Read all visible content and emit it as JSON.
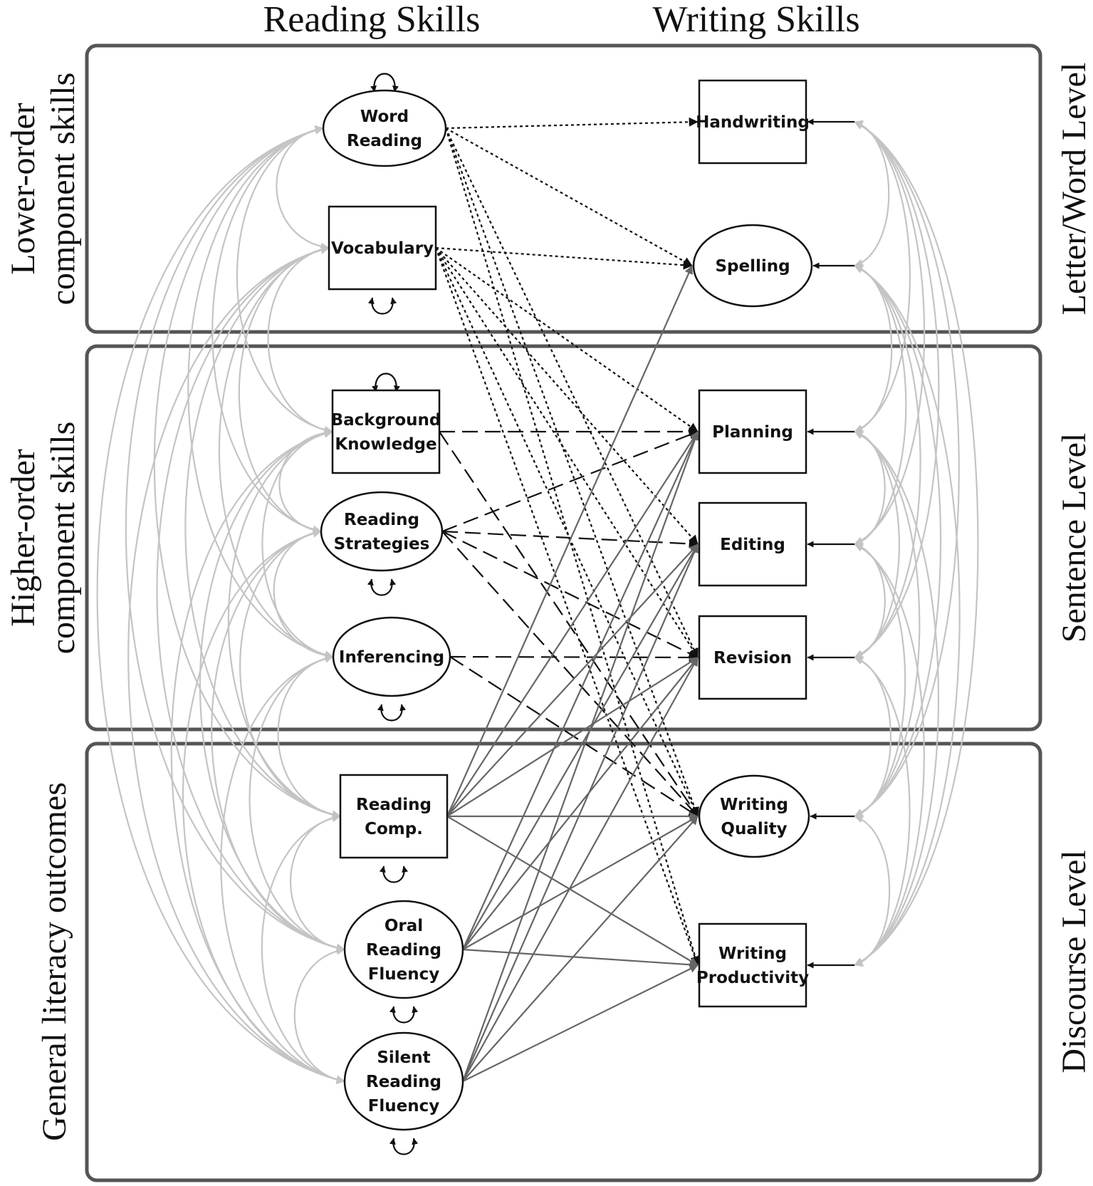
{
  "headers": {
    "reading": "Reading Skills",
    "writing": "Writing Skills"
  },
  "row_labels": {
    "lower": [
      "Lower-order",
      "component skills"
    ],
    "higher": [
      "Higher-order",
      "component skills"
    ],
    "general": [
      "General literacy outcomes"
    ]
  },
  "level_labels": {
    "letter_word": "Letter/Word Level",
    "sentence": "Sentence Level",
    "discourse": "Discourse Level"
  },
  "reading_nodes": [
    {
      "id": "word_reading",
      "shape": "ellipse",
      "lines": [
        "Word",
        "Reading"
      ]
    },
    {
      "id": "vocabulary",
      "shape": "rect",
      "lines": [
        "Vocabulary"
      ]
    },
    {
      "id": "background_knowledge",
      "shape": "rect",
      "lines": [
        "Background",
        "Knowledge"
      ]
    },
    {
      "id": "reading_strategies",
      "shape": "ellipse",
      "lines": [
        "Reading",
        "Strategies"
      ]
    },
    {
      "id": "inferencing",
      "shape": "ellipse",
      "lines": [
        "Inferencing"
      ]
    },
    {
      "id": "reading_comp",
      "shape": "rect",
      "lines": [
        "Reading",
        "Comp."
      ]
    },
    {
      "id": "oral_reading_fluency",
      "shape": "ellipse",
      "lines": [
        "Oral",
        "Reading",
        "Fluency"
      ]
    },
    {
      "id": "silent_reading_fluency",
      "shape": "ellipse",
      "lines": [
        "Silent",
        "Reading",
        "Fluency"
      ]
    }
  ],
  "writing_nodes": [
    {
      "id": "handwriting",
      "shape": "rect",
      "lines": [
        "Handwriting"
      ]
    },
    {
      "id": "spelling",
      "shape": "ellipse",
      "lines": [
        "Spelling"
      ]
    },
    {
      "id": "planning",
      "shape": "rect",
      "lines": [
        "Planning"
      ]
    },
    {
      "id": "editing",
      "shape": "rect",
      "lines": [
        "Editing"
      ]
    },
    {
      "id": "revision",
      "shape": "rect",
      "lines": [
        "Revision"
      ]
    },
    {
      "id": "writing_quality",
      "shape": "ellipse",
      "lines": [
        "Writing",
        "Quality"
      ]
    },
    {
      "id": "writing_productivity",
      "shape": "rect",
      "lines": [
        "Writing",
        "Productivity"
      ]
    }
  ],
  "edges": [
    {
      "from": "word_reading",
      "to": "handwriting",
      "style": "dotted"
    },
    {
      "from": "word_reading",
      "to": "spelling",
      "style": "dotted"
    },
    {
      "from": "word_reading",
      "to": "revision",
      "style": "dotted"
    },
    {
      "from": "word_reading",
      "to": "writing_quality",
      "style": "dotted"
    },
    {
      "from": "word_reading",
      "to": "writing_productivity",
      "style": "dotted"
    },
    {
      "from": "vocabulary",
      "to": "spelling",
      "style": "dotted"
    },
    {
      "from": "vocabulary",
      "to": "planning",
      "style": "dotted"
    },
    {
      "from": "vocabulary",
      "to": "editing",
      "style": "dotted"
    },
    {
      "from": "vocabulary",
      "to": "revision",
      "style": "dotted"
    },
    {
      "from": "vocabulary",
      "to": "writing_quality",
      "style": "dotted"
    },
    {
      "from": "vocabulary",
      "to": "writing_productivity",
      "style": "dotted"
    },
    {
      "from": "background_knowledge",
      "to": "planning",
      "style": "dashed"
    },
    {
      "from": "background_knowledge",
      "to": "writing_quality",
      "style": "dashed"
    },
    {
      "from": "reading_strategies",
      "to": "planning",
      "style": "dashed"
    },
    {
      "from": "reading_strategies",
      "to": "editing",
      "style": "dashed"
    },
    {
      "from": "reading_strategies",
      "to": "revision",
      "style": "dashed"
    },
    {
      "from": "reading_strategies",
      "to": "writing_quality",
      "style": "dashed"
    },
    {
      "from": "inferencing",
      "to": "revision",
      "style": "dashed"
    },
    {
      "from": "inferencing",
      "to": "writing_quality",
      "style": "dashed"
    },
    {
      "from": "reading_comp",
      "to": "spelling",
      "style": "solid"
    },
    {
      "from": "reading_comp",
      "to": "planning",
      "style": "solid"
    },
    {
      "from": "reading_comp",
      "to": "editing",
      "style": "solid"
    },
    {
      "from": "reading_comp",
      "to": "revision",
      "style": "solid"
    },
    {
      "from": "reading_comp",
      "to": "writing_quality",
      "style": "solid"
    },
    {
      "from": "reading_comp",
      "to": "writing_productivity",
      "style": "solid"
    },
    {
      "from": "oral_reading_fluency",
      "to": "planning",
      "style": "solid"
    },
    {
      "from": "oral_reading_fluency",
      "to": "editing",
      "style": "solid"
    },
    {
      "from": "oral_reading_fluency",
      "to": "revision",
      "style": "solid"
    },
    {
      "from": "oral_reading_fluency",
      "to": "writing_quality",
      "style": "solid"
    },
    {
      "from": "oral_reading_fluency",
      "to": "writing_productivity",
      "style": "solid"
    },
    {
      "from": "silent_reading_fluency",
      "to": "planning",
      "style": "solid"
    },
    {
      "from": "silent_reading_fluency",
      "to": "editing",
      "style": "solid"
    },
    {
      "from": "silent_reading_fluency",
      "to": "revision",
      "style": "solid"
    },
    {
      "from": "silent_reading_fluency",
      "to": "writing_quality",
      "style": "solid"
    },
    {
      "from": "silent_reading_fluency",
      "to": "writing_productivity",
      "style": "solid"
    }
  ],
  "colors": {
    "panel_border": "#555555",
    "reading_correlations": "#c4c4c4",
    "solid_paths": "#666666",
    "line_dark": "#111111"
  }
}
